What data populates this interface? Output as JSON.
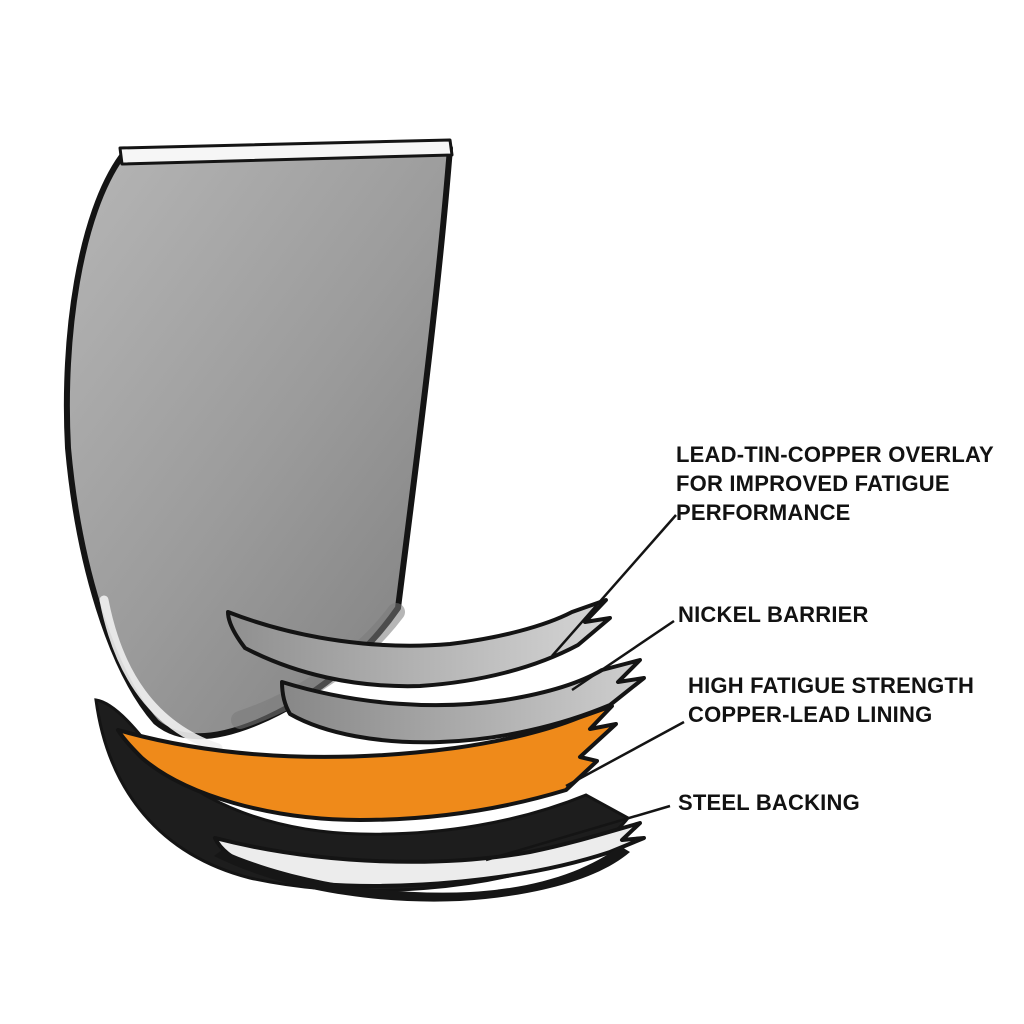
{
  "diagram": {
    "labels": {
      "overlay_line1": "LEAD-TIN-COPPER OVERLAY",
      "overlay_line2": "FOR IMPROVED FATIGUE",
      "overlay_line3": "PERFORMANCE",
      "nickel": "NICKEL BARRIER",
      "lining_line1": "HIGH FATIGUE STRENGTH",
      "lining_line2": "COPPER-LEAD LINING",
      "steel": "STEEL BACKING"
    },
    "colors": {
      "background": "#ffffff",
      "outline_black": "#141414",
      "shell_gray": "#9b9b9b",
      "overlay_gray": "#c6c6c6",
      "nickel_gray": "#b3b3b3",
      "lining_orange": "#ef8a1a",
      "steel_light": "#ececec",
      "shadow_dark": "#1d1d1d",
      "text_black": "#121212"
    }
  }
}
